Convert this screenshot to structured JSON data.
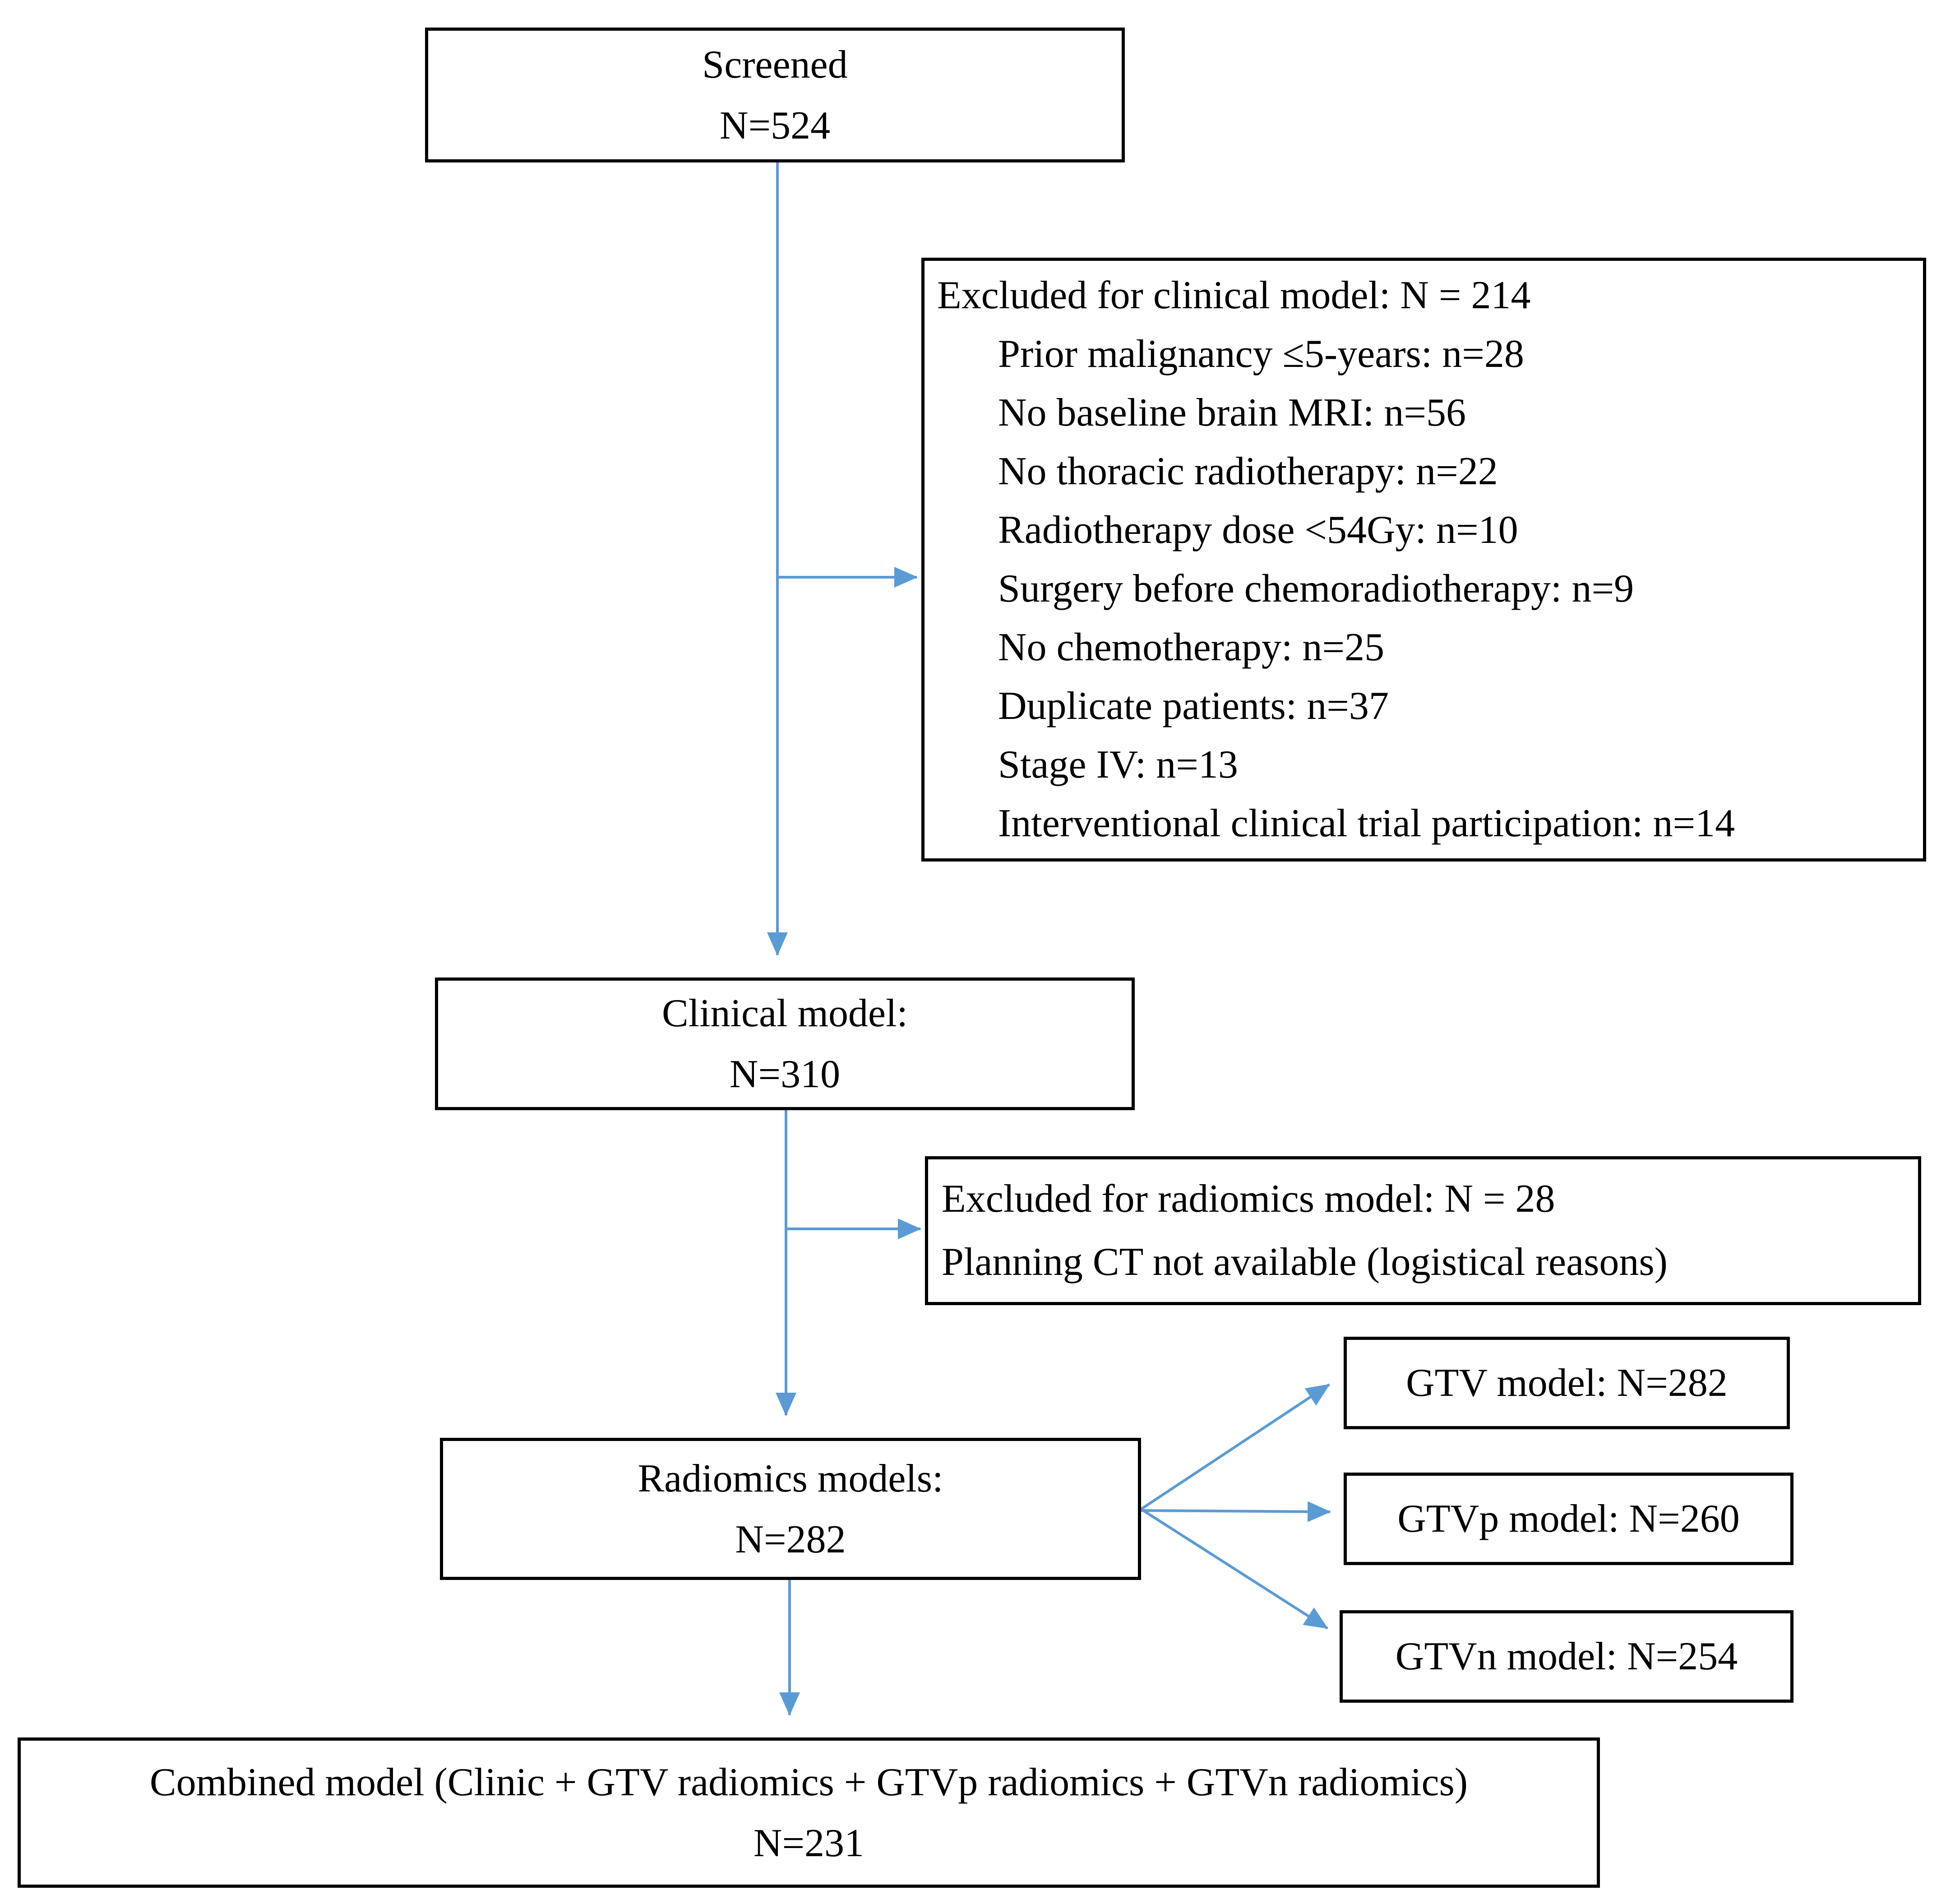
{
  "diagram": {
    "title": "Patient selection flowchart",
    "arrow_color": "#5b9bd5",
    "border_color": "#000000",
    "background_color": "#ffffff"
  },
  "boxes": {
    "screened": {
      "lines": [
        "Screened",
        "N=524"
      ]
    },
    "excluded_clinical": {
      "header": "Excluded for clinical model: N = 214",
      "items": [
        "Prior malignancy ≤5-years: n=28",
        "No baseline brain MRI: n=56",
        "No thoracic radiotherapy: n=22",
        "Radiotherapy dose <54Gy: n=10",
        "Surgery before chemoradiotherapy: n=9",
        "No chemotherapy: n=25",
        "Duplicate patients: n=37",
        "Stage IV: n=13",
        "Interventional clinical trial participation: n=14"
      ]
    },
    "clinical": {
      "lines": [
        "Clinical model:",
        "N=310"
      ]
    },
    "excluded_radiomics": {
      "lines": [
        "Excluded for radiomics model: N = 28",
        "Planning CT not available (logistical reasons)"
      ]
    },
    "radiomics": {
      "lines": [
        "Radiomics models:",
        "N=282"
      ]
    },
    "gtv": {
      "label": "GTV model: N=282"
    },
    "gtvp": {
      "label": "GTVp model: N=260"
    },
    "gtvn": {
      "label": "GTVn model: N=254"
    },
    "combined": {
      "lines": [
        "Combined model (Clinic + GTV radiomics + GTVp radiomics + GTVn radiomics)",
        "N=231"
      ]
    }
  }
}
